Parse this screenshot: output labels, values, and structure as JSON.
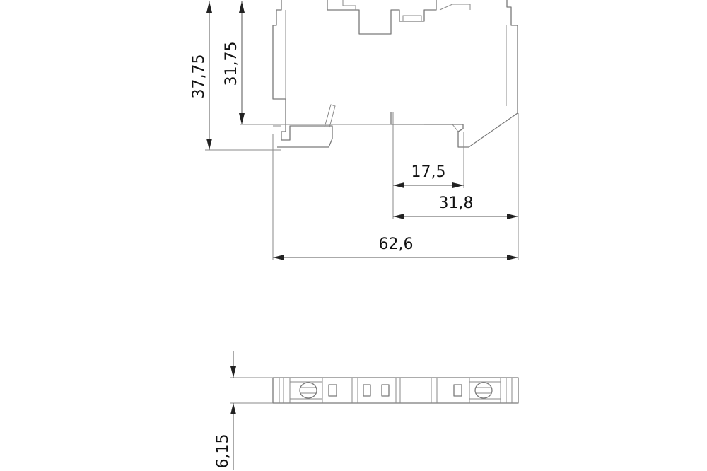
{
  "dimensions": {
    "overall_height": "37,75",
    "inner_height": "31,75",
    "rail_offset": "17,5",
    "mid_width": "31,8",
    "overall_width": "62,6",
    "thickness": "6,15"
  },
  "colors": {
    "outline": "#7a7a7a",
    "dimension_line": "#555555",
    "text": "#111111"
  }
}
